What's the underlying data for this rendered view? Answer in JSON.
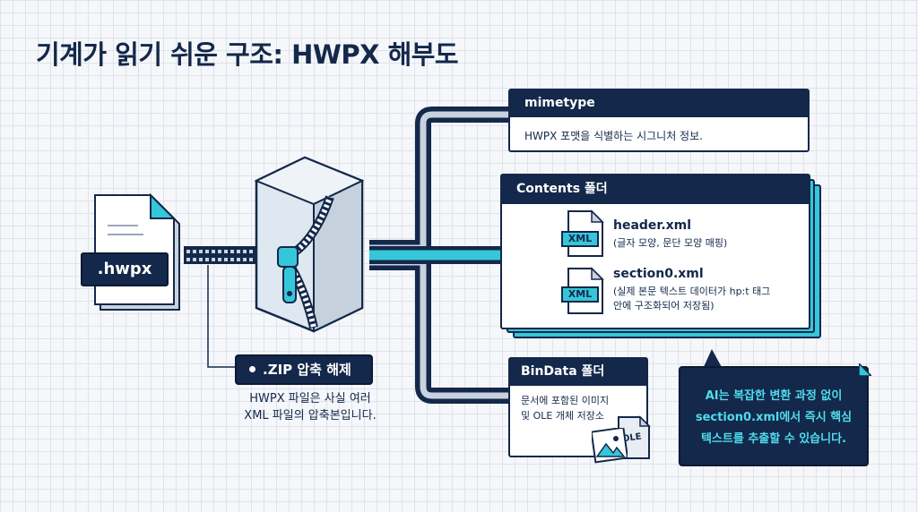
{
  "title": "기계가 읽기 쉬운 구조: HWPX 해부도",
  "hwpx_file": {
    "label": ".hwpx"
  },
  "zip": {
    "label": ".ZIP 압축 해제",
    "desc_line1": "HWPX 파일은 사실 여러",
    "desc_line2": "XML 파일의 압축본입니다."
  },
  "mimetype": {
    "title": "mimetype",
    "desc": "HWPX 포맷을 식별하는 시그니처 정보."
  },
  "contents": {
    "title": "Contents 폴더",
    "items": [
      {
        "name": "header.xml",
        "note_line1": "(글자 모양, 문단 모양 매핑)",
        "note_line2": "",
        "tag": "XML"
      },
      {
        "name": "section0.xml",
        "note_line1": "(실제 본문 텍스트 데이터가 hp:t 태그",
        "note_line2": "안에 구조화되어 저장됨)",
        "tag": "XML"
      }
    ]
  },
  "bindata": {
    "title": "BinData 폴더",
    "desc_line1": "문서에 포함된 이미지",
    "desc_line2": "및 OLE 개체 저장소",
    "ole_label": "OLE"
  },
  "callout": {
    "line1": "AI는 복잡한 변환 과정 없이",
    "line2": "section0.xml에서 즉시 핵심",
    "line3": "텍스트를 추출할 수 있습니다."
  },
  "colors": {
    "navy": "#13284a",
    "accent": "#36c6d9",
    "accent_text": "#4fdcec"
  },
  "icons": [
    "document-icon",
    "zip-cube-icon",
    "xml-file-icon",
    "image-file-icon",
    "ole-file-icon"
  ]
}
